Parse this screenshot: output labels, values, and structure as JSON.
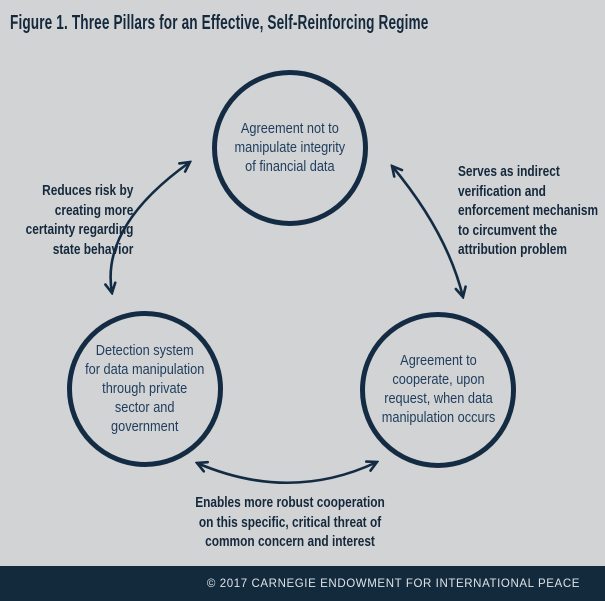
{
  "title": "Figure 1. Three Pillars for an Effective, Self-Reinforcing Regime",
  "colors": {
    "background": "#d2d3d5",
    "navy": "#132c43",
    "title_text": "#14293c",
    "node_text": "#1e3d5c",
    "footer_background": "#132a3d",
    "footer_text": "#dde2e7"
  },
  "diagram": {
    "type": "cycle-diagram",
    "nodes": {
      "top": {
        "text": "Agreement not to manipulate integrity of financial data",
        "lines": [
          "Agreement not to",
          "manipulate integrity",
          "of financial data"
        ]
      },
      "bottom_left": {
        "text": "Detection system for data manipulation through private sector and government",
        "lines": [
          "Detection system",
          "for data manipulation",
          "through private",
          "sector and",
          "government"
        ]
      },
      "bottom_right": {
        "text": "Agreement to cooperate, upon request, when data manipulation occurs",
        "lines": [
          "Agreement to",
          "cooperate, upon",
          "request, when data",
          "manipulation occurs"
        ]
      }
    },
    "edges": [
      {
        "between": [
          "top",
          "bottom_left"
        ],
        "style": "double-headed curved arrow",
        "label": "left"
      },
      {
        "between": [
          "top",
          "bottom_right"
        ],
        "style": "double-headed curved arrow",
        "label": "right"
      },
      {
        "between": [
          "bottom_left",
          "bottom_right"
        ],
        "style": "double-headed curved arrow",
        "label": "bottom"
      }
    ],
    "labels": {
      "left": {
        "text": "Reduces risk by creating more certainty regarding state behavior",
        "lines": [
          "Reduces risk by",
          "creating more",
          "certainty regarding",
          "state behavior"
        ]
      },
      "right": {
        "text": "Serves as indirect verification and enforcement mechanism to circumvent the attribution problem",
        "lines": [
          "Serves as indirect",
          "verification and",
          "enforcement mechanism",
          "to circumvent the",
          "attribution problem"
        ]
      },
      "bottom": {
        "text": "Enables more robust cooperation on this specific, critical threat of common concern and interest",
        "lines": [
          "Enables more robust cooperation",
          "on this specific, critical threat of",
          "common concern and interest"
        ]
      }
    }
  },
  "footer": {
    "text": "© 2017 CARNEGIE ENDOWMENT FOR INTERNATIONAL PEACE"
  }
}
